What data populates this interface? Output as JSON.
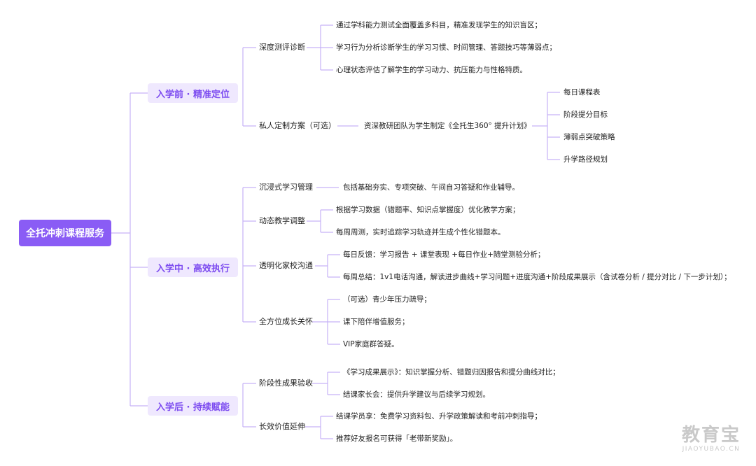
{
  "root": {
    "label": "全托冲刺课程服务"
  },
  "phases": [
    {
      "label": "入学前 · 精准定位",
      "subs": [
        {
          "label": "深度测评诊断",
          "leaves": [
            "通过学科能力测试全面覆盖多科目，精准发现学生的知识盲区；",
            "学习行为分析诊断学生的学习习惯、时间管理、答题技巧等薄弱点；",
            "心理状态评估了解学生的学习动力、抗压能力与性格特质。"
          ]
        },
        {
          "label": "私人定制方案（可选）",
          "mid": "资深教研团队为学生制定《全托生360° 提升计划》",
          "leaves": [
            "每日课程表",
            "阶段提分目标",
            "薄弱点突破策略",
            "升学路径规划"
          ]
        }
      ]
    },
    {
      "label": "入学中 · 高效执行",
      "subs": [
        {
          "label": "沉浸式学习管理",
          "leaves": [
            "包括基础夯实、专项突破、午间自习答疑和作业辅导。"
          ]
        },
        {
          "label": "动态教学调整",
          "leaves": [
            "根据学习数据（错题率、知识点掌握度）优化教学方案；",
            "每周周测，实时追踪学习轨迹并生成个性化错题本。"
          ]
        },
        {
          "label": "透明化家校沟通",
          "leaves": [
            "每日反馈：学习报告 + 课堂表现 +每日作业+随堂测验分析；",
            "每周总结：1v1电话沟通，解读进步曲线+学习问题+进度沟通+阶段成果展示（含试卷分析 / 提分对比 / 下一步计划）；"
          ]
        },
        {
          "label": "全方位成长关怀",
          "leaves": [
            "（可选）青少年压力疏导；",
            "课下陪伴增值服务；",
            "VIP家庭群答疑。"
          ]
        }
      ]
    },
    {
      "label": "入学后 · 持续赋能",
      "subs": [
        {
          "label": "阶段性成果验收",
          "leaves": [
            "《学习成果展示》：知识掌握分析、错题归因报告和提分曲线对比；",
            "结课家长会：提供升学建议与后续学习规划。"
          ]
        },
        {
          "label": "长效价值延伸",
          "leaves": [
            "结课学员享：免费学习资料包、升学政策解读和考前冲刺指导；",
            "推荐好友报名可获得「老带新奖励」。"
          ]
        }
      ]
    }
  ],
  "watermark": {
    "main": "教育宝",
    "sub": "JIAOYUBAO.CN"
  },
  "colors": {
    "root_bg": "#8a5cf5",
    "phase_bg": "#efe8fe",
    "phase_text": "#7d4cf0",
    "connector": "#c6b2f7"
  }
}
